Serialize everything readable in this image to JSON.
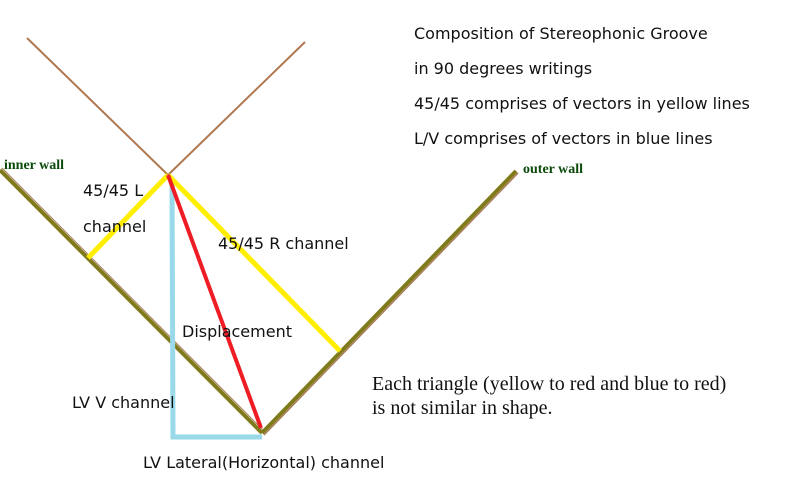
{
  "title_lines": [
    "Composition of Stereophonic Groove",
    "in 90 degrees writings",
    "45/45 comprises of vectors in yellow lines",
    "L/V comprises of vectors in blue lines"
  ],
  "labels": {
    "inner_wall": "inner wall",
    "outer_wall": "outer wall",
    "l_channel_1": "45/45 L",
    "l_channel_2": "channel",
    "r_channel": "45/45 R channel",
    "displacement": "Displacement",
    "lv_v": "LV V channel",
    "lv_lateral": "LV Lateral(Horizontal) channel"
  },
  "note_lines": [
    "Each triangle (yellow to red and blue to red)",
    "is not  similar in shape."
  ],
  "colors": {
    "wall": "#7f7a1a",
    "wall_edge": "#a87a55",
    "yellow": "#ffee00",
    "red": "#ee1c24",
    "blue": "#99d9ea",
    "stylus": "#b07850"
  }
}
